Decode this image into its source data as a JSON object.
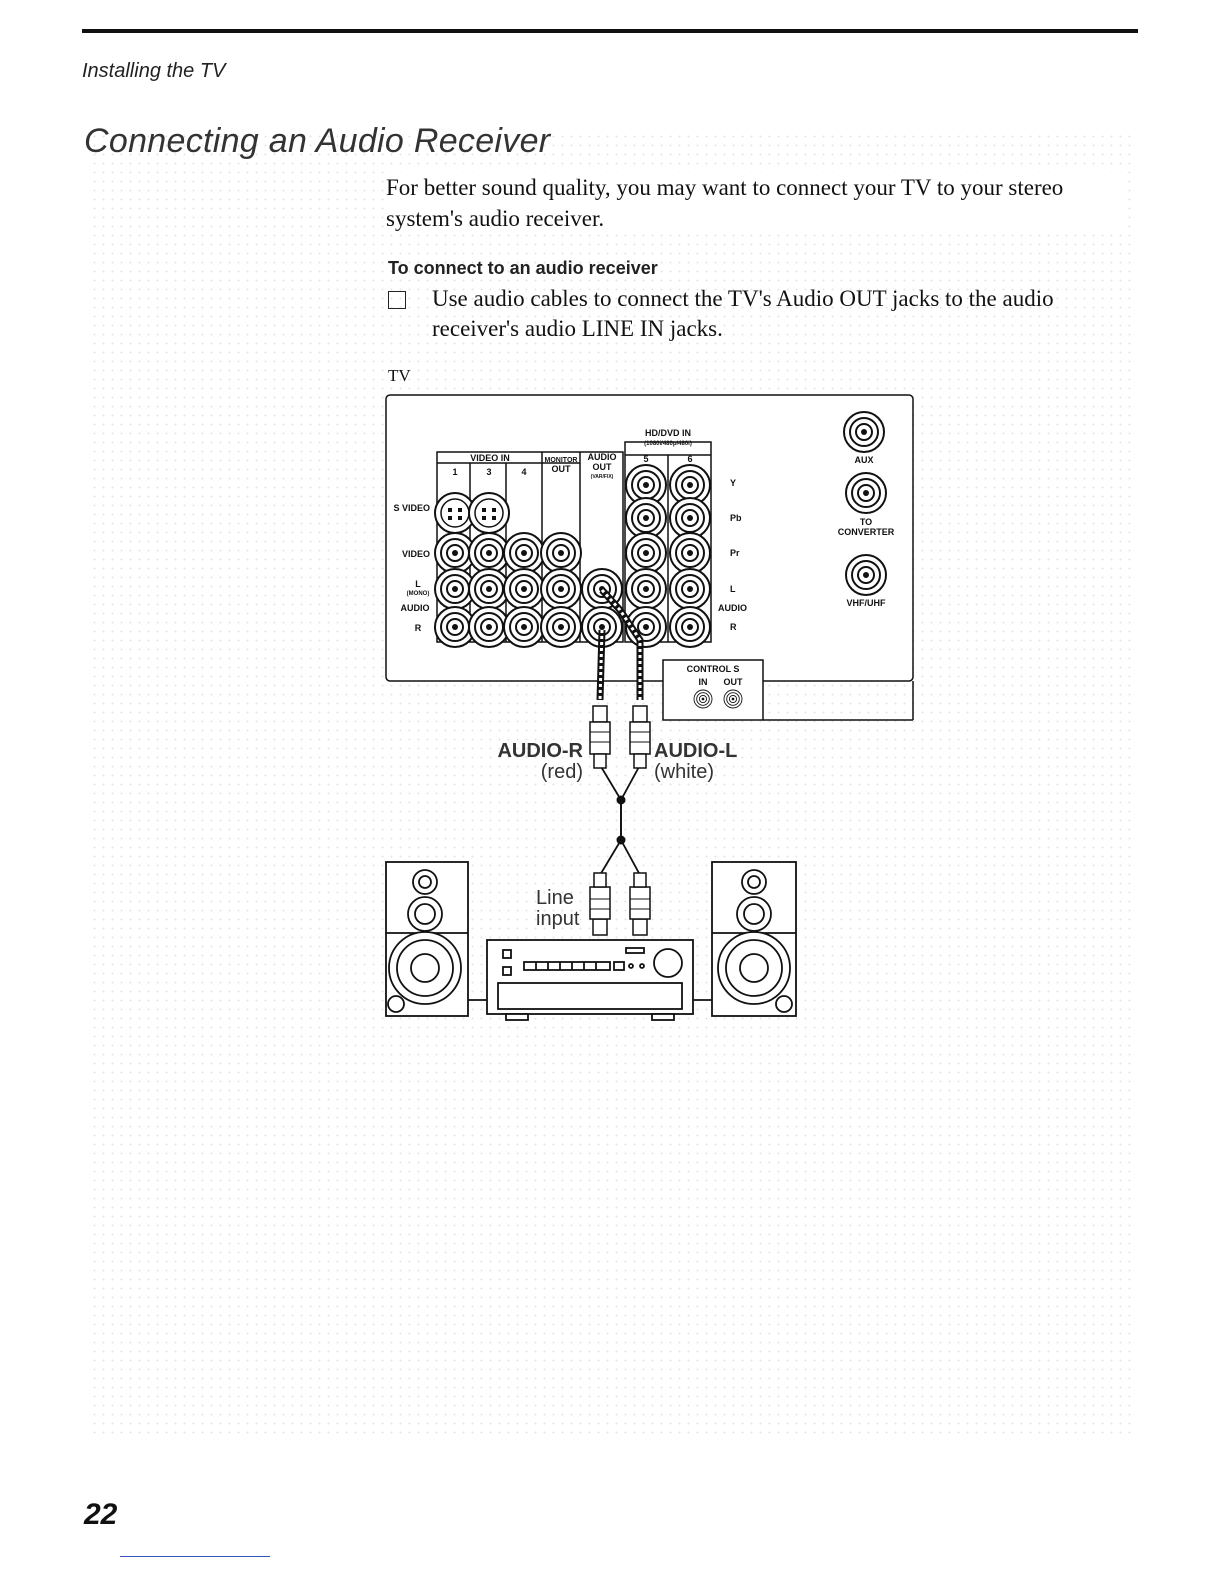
{
  "header": {
    "section": "Installing the TV"
  },
  "page": {
    "title": "Connecting an Audio Receiver",
    "intro": "For better sound quality, you may want to connect your TV to your stereo system's audio receiver.",
    "subheading": "To connect to an audio receiver",
    "step": "Use audio cables to connect the TV's Audio OUT jacks to the audio receiver's audio LINE IN jacks.",
    "page_number": "22"
  },
  "figure": {
    "tv_label": "TV",
    "video_in": "VIDEO IN",
    "input_1": "1",
    "input_3": "3",
    "input_4": "4",
    "monitor": "MONITOR",
    "out": "OUT",
    "audio": "AUDIO",
    "audio_out": "OUT",
    "var_fixed": "(VAR/FIX)",
    "hddvd_in": "HD/DVD IN",
    "hddvd_formats": "(1080i/480p/480i)",
    "hd5": "5",
    "hd6": "6",
    "s_video": "S VIDEO",
    "video": "VIDEO",
    "left": "L",
    "mono": "(MONO)",
    "audio_row": "AUDIO",
    "right": "R",
    "y": "Y",
    "pb": "Pb",
    "pr": "Pr",
    "hd_left": "L",
    "hd_audio": "AUDIO",
    "hd_right": "R",
    "aux": "AUX",
    "to": "TO",
    "converter": "CONVERTER",
    "vhf_uhf": "VHF/UHF",
    "control_s": "CONTROL S",
    "in": "IN",
    "control_out": "OUT",
    "audio_r": "AUDIO-R",
    "red": "(red)",
    "audio_l": "AUDIO-L",
    "white": "(white)",
    "line": "Line",
    "input": "input"
  }
}
